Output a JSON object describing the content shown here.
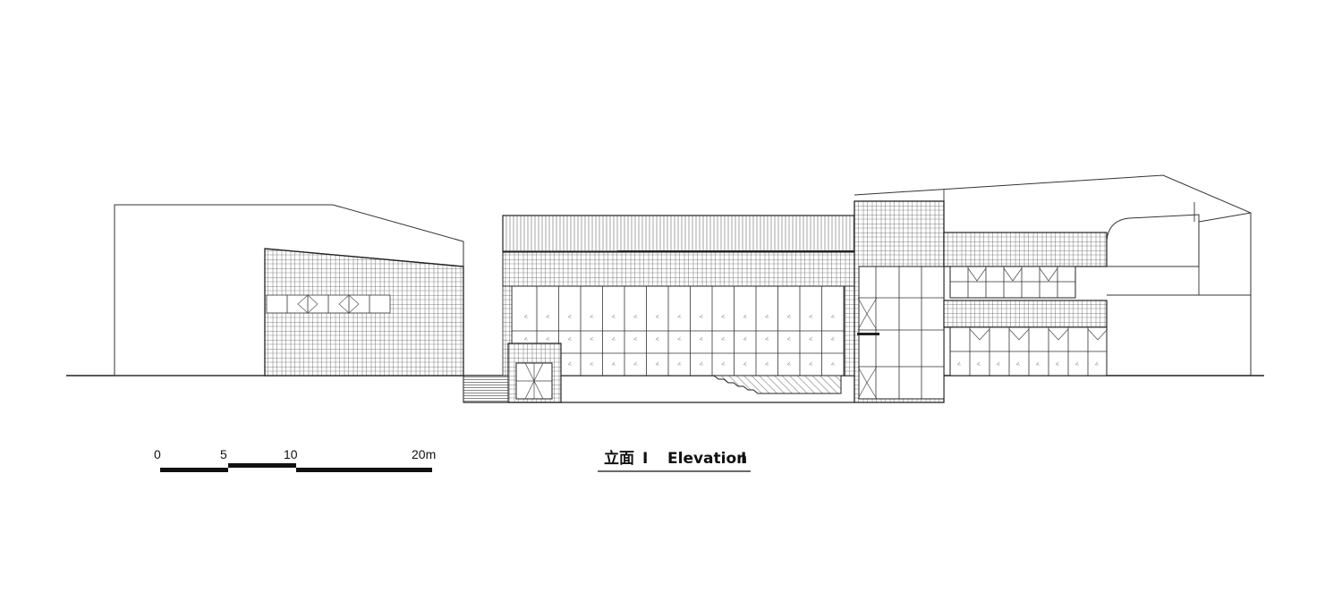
{
  "drawing": {
    "title_cn": "立面",
    "title_mark_1": "I",
    "title_en": "Elevation",
    "title_mark_2": "I"
  },
  "scale_bar": {
    "labels": [
      "0",
      "5",
      "10",
      "20m"
    ]
  },
  "colors": {
    "line": "#222222",
    "hatch": "#7a7a7a",
    "background": "#ffffff"
  }
}
